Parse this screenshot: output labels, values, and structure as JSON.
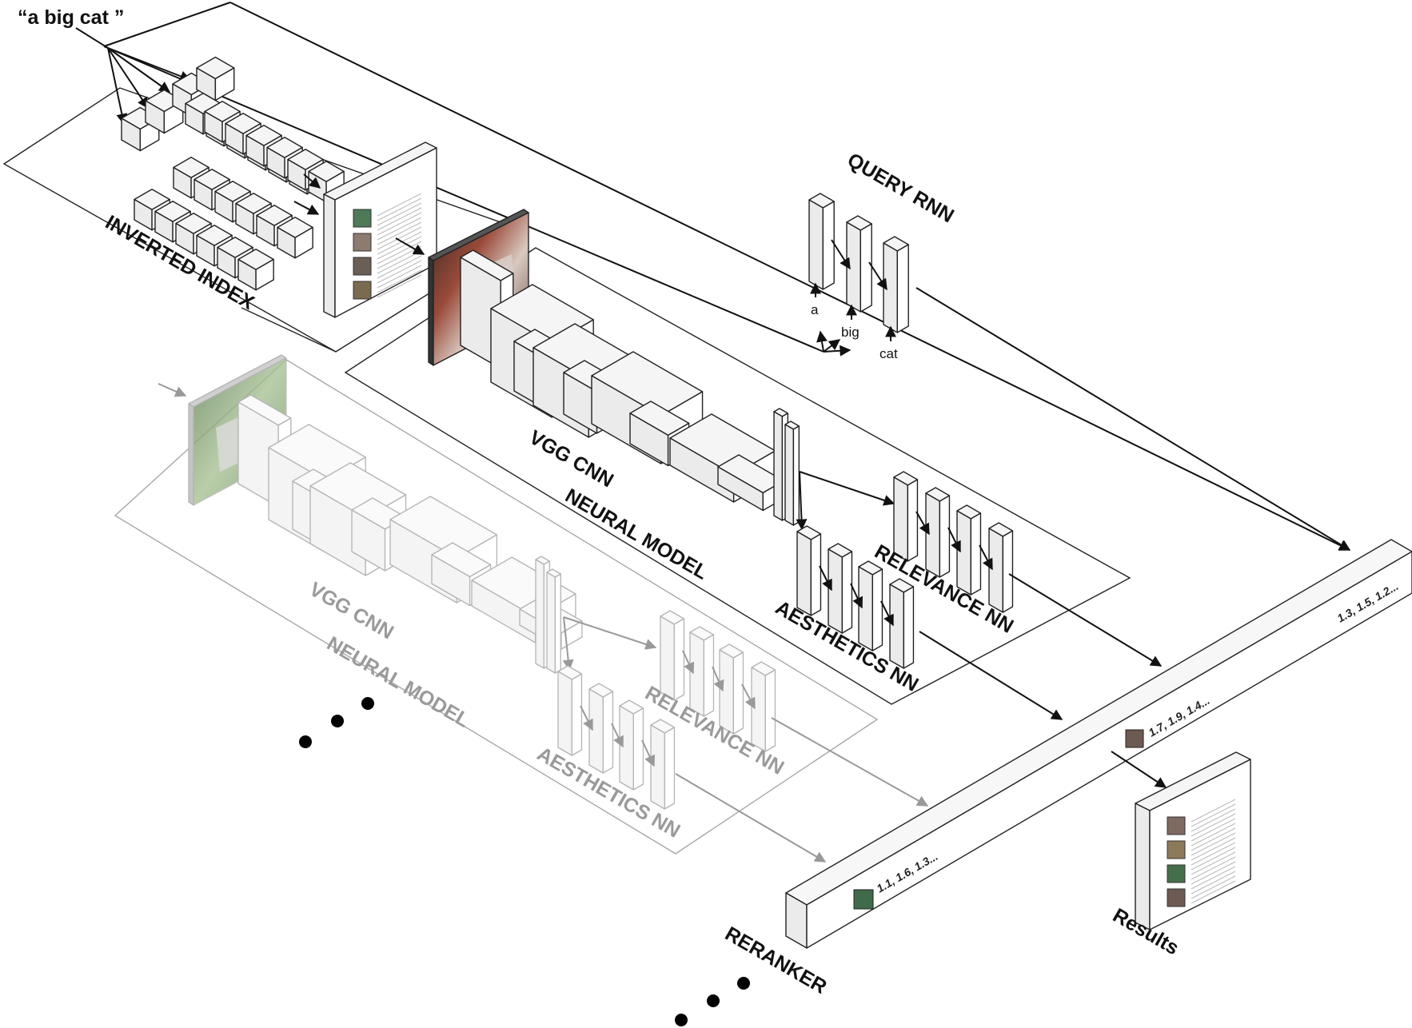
{
  "query": {
    "text": "“a big cat ”"
  },
  "labels": {
    "inverted_index": "INVERTED INDEX",
    "vgg_cnn": "VGG CNN",
    "neural_model": "NEURAL MODEL",
    "relevance_nn": "RELEVANCE NN",
    "aesthetics_nn": "AESTHETICS NN",
    "query_rnn": "QUERY RNN",
    "reranker": "RERANKER",
    "results": "Results"
  },
  "rnn_tokens": [
    "a",
    "big",
    "cat"
  ],
  "scores": {
    "top": "1.3, 1.5, 1.2...",
    "middle": "1.7, 1.9, 1.4...",
    "bottom": "1.1, 1.6, 1.3..."
  },
  "colors": {
    "foreground": "#111111",
    "muted": "#9a9a9a",
    "block_face": "#ffffff",
    "block_side": "#ebebeb",
    "block_top": "#f5f5f5"
  }
}
